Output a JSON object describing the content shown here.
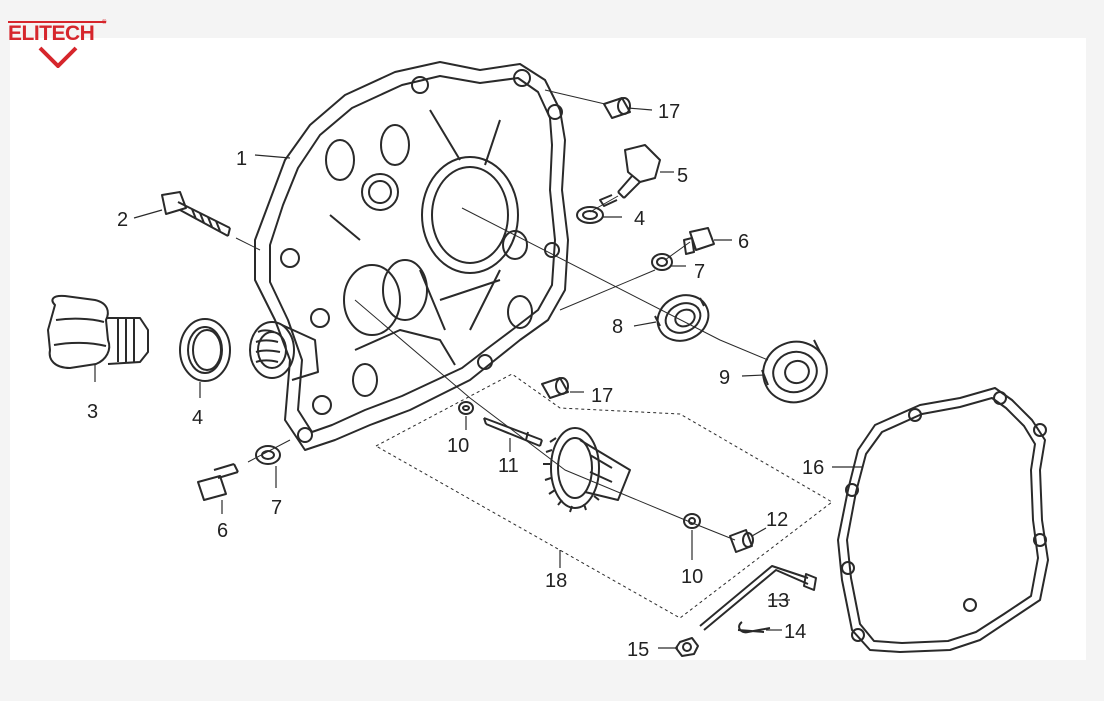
{
  "brand": {
    "name": "ELITECH",
    "mark": "®",
    "color": "#d6262c"
  },
  "callouts": {
    "c1": "1",
    "c2": "2",
    "c3": "3",
    "c4a": "4",
    "c4b": "4",
    "c5": "5",
    "c6a": "6",
    "c6b": "6",
    "c7a": "7",
    "c7b": "7",
    "c8": "8",
    "c9": "9",
    "c10a": "10",
    "c10b": "10",
    "c11": "11",
    "c12": "12",
    "c13": "13",
    "c14": "14",
    "c15": "15",
    "c16": "16",
    "c17a": "17",
    "c17b": "17",
    "c18": "18"
  },
  "colors": {
    "line": "#2a2a2a",
    "paper": "#ffffff",
    "background": "#f4f4f4"
  }
}
